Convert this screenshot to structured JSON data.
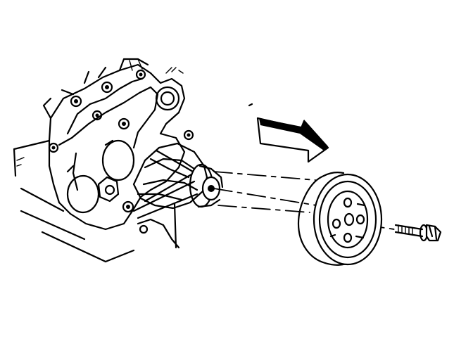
{
  "figure": {
    "ink_color": "#000000",
    "background_color": "#ffffff",
    "parts": [
      "engine-block",
      "water-pump",
      "pulley",
      "pulley-bolt",
      "direction-arrow"
    ]
  }
}
